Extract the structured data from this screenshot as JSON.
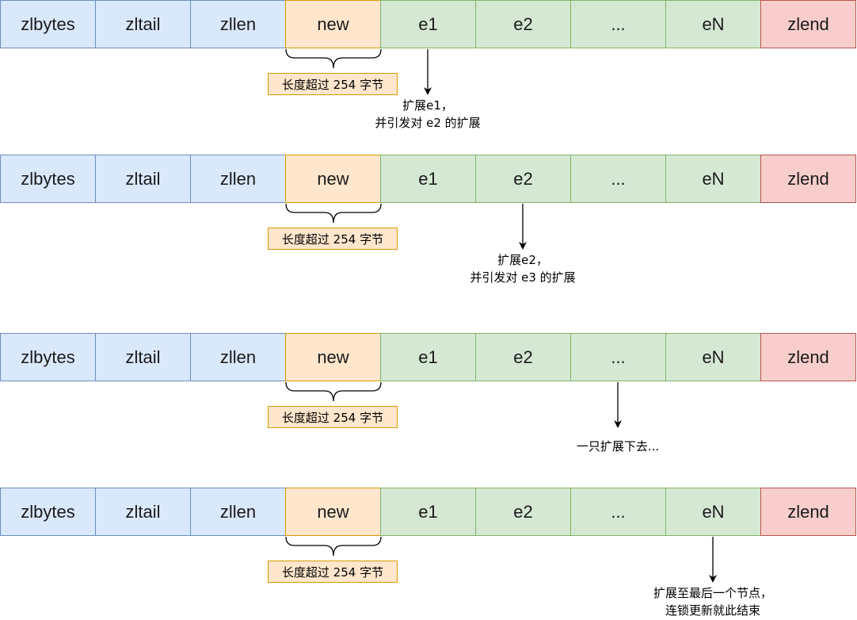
{
  "rows": [
    {
      "cells": [
        "zlbytes",
        "zltail",
        "zllen",
        "new",
        "e1",
        "e2",
        "...",
        "eN",
        "zlend"
      ],
      "tag": "长度超过 254 字节",
      "note": [
        "扩展e1，",
        "并引发对 e2 的扩展"
      ]
    },
    {
      "cells": [
        "zlbytes",
        "zltail",
        "zllen",
        "new",
        "e1",
        "e2",
        "...",
        "eN",
        "zlend"
      ],
      "tag": "长度超过 254 字节",
      "note": [
        "扩展e2，",
        "并引发对 e3 的扩展"
      ]
    },
    {
      "cells": [
        "zlbytes",
        "zltail",
        "zllen",
        "new",
        "e1",
        "e2",
        "...",
        "eN",
        "zlend"
      ],
      "tag": "长度超过 254 字节",
      "note": [
        "一只扩展下去..."
      ]
    },
    {
      "cells": [
        "zlbytes",
        "zltail",
        "zllen",
        "new",
        "e1",
        "e2",
        "...",
        "eN",
        "zlend"
      ],
      "tag": "长度超过 254 字节",
      "note": [
        "扩展至最后一个节点，",
        "连锁更新就此结束"
      ]
    }
  ],
  "colors": {
    "header_fill": "#dae8fc",
    "new_fill": "#ffe6cc",
    "entry_fill": "#d5e8d4",
    "end_fill": "#f8cecc"
  }
}
